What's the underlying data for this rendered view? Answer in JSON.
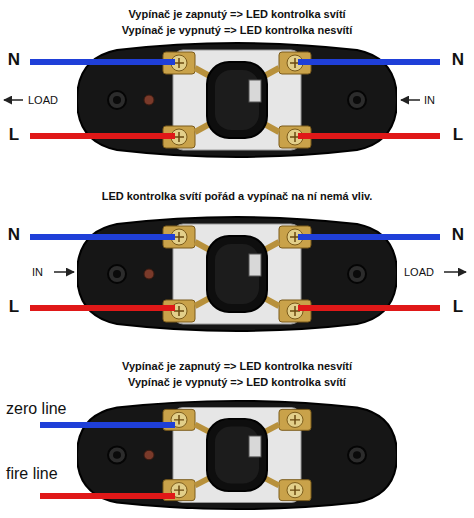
{
  "diagram": {
    "labels": [
      "Vypínač je zapnutý => LED kontrolka svítí",
      "Vypínač je vypnutý => LED kontrolka nesvítí",
      "N",
      "N",
      "LOAD",
      "IN",
      "L",
      "L",
      "LED kontrolka svítí pořád a vypínač na ní nemá vliv.",
      "N",
      "N",
      "IN",
      "LOAD",
      "L",
      "L",
      "Vypínač je zapnutý => LED kontrolka nesvítí",
      "Vypínač je vypnutý => LED kontrolka svítí",
      "zero line",
      "fire line"
    ]
  }
}
